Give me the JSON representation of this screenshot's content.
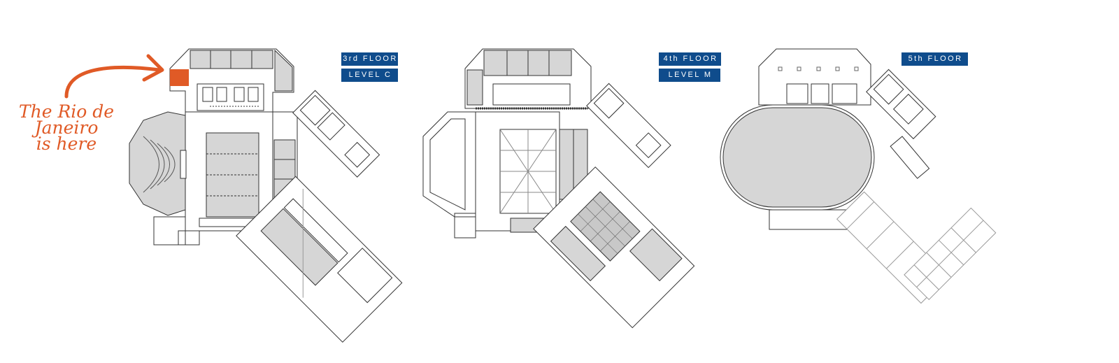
{
  "annotation": {
    "lines": [
      "The Rio de",
      "Janeiro",
      "is here"
    ],
    "color": "#e05a26"
  },
  "floors": [
    {
      "floor_label": "3rd FLOOR",
      "level_label": "LEVEL C"
    },
    {
      "floor_label": "4th FLOOR",
      "level_label": "LEVEL M"
    },
    {
      "floor_label": "5th FLOOR"
    }
  ],
  "colors": {
    "label_bg": "#0f4c8c",
    "room_fill": "#d6d6d6",
    "highlight": "#e05a26",
    "line": "#333333"
  }
}
